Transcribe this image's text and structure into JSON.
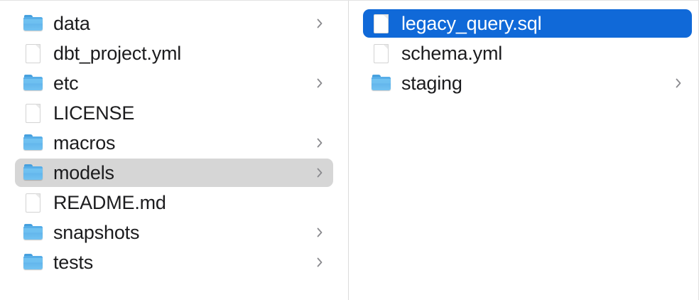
{
  "window": {
    "view_mode": "column-view",
    "accent_color": "#1069d8",
    "highlight_color": "#d6d6d6",
    "background_color": "#ffffff",
    "divider_color": "#dcdcdc"
  },
  "columns": [
    {
      "name": "parent-column",
      "items": [
        {
          "label": "data",
          "icon": "folder-icon",
          "kind": "folder",
          "has_chevron": true,
          "state": "normal"
        },
        {
          "label": "dbt_project.yml",
          "icon": "file-icon",
          "kind": "file",
          "has_chevron": false,
          "state": "normal"
        },
        {
          "label": "etc",
          "icon": "folder-icon",
          "kind": "folder",
          "has_chevron": true,
          "state": "normal"
        },
        {
          "label": "LICENSE",
          "icon": "file-icon",
          "kind": "file",
          "has_chevron": false,
          "state": "normal"
        },
        {
          "label": "macros",
          "icon": "folder-icon",
          "kind": "folder",
          "has_chevron": true,
          "state": "normal"
        },
        {
          "label": "models",
          "icon": "folder-icon",
          "kind": "folder",
          "has_chevron": true,
          "state": "highlight"
        },
        {
          "label": "README.md",
          "icon": "file-icon",
          "kind": "file",
          "has_chevron": false,
          "state": "normal"
        },
        {
          "label": "snapshots",
          "icon": "folder-icon",
          "kind": "folder",
          "has_chevron": true,
          "state": "normal"
        },
        {
          "label": "tests",
          "icon": "folder-icon",
          "kind": "folder",
          "has_chevron": true,
          "state": "normal"
        }
      ]
    },
    {
      "name": "child-column",
      "items": [
        {
          "label": "legacy_query.sql",
          "icon": "file-icon",
          "kind": "file",
          "has_chevron": false,
          "state": "selected"
        },
        {
          "label": "schema.yml",
          "icon": "file-icon",
          "kind": "file",
          "has_chevron": false,
          "state": "normal"
        },
        {
          "label": "staging",
          "icon": "folder-icon",
          "kind": "folder",
          "has_chevron": true,
          "state": "normal"
        }
      ]
    }
  ]
}
